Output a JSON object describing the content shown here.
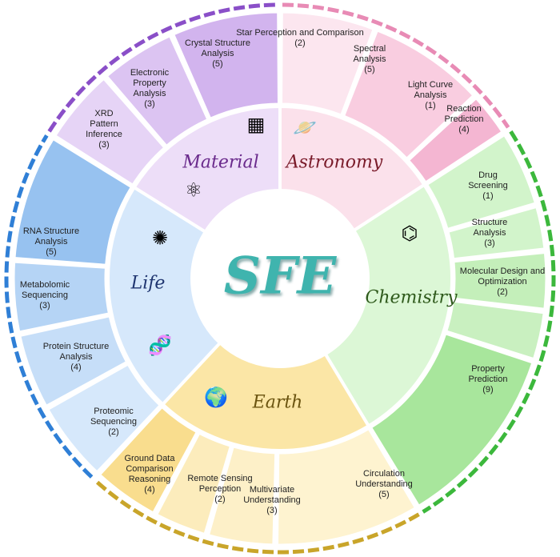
{
  "title": "SFE",
  "domains": [
    {
      "name": "Astronomy",
      "color": "#7a1b2a",
      "icon": "jupiter-icon",
      "subtasks": [
        {
          "label": "Star Perception and Comparison",
          "count": "(2)"
        },
        {
          "label": "Spectral Analysis",
          "count": "(5)"
        },
        {
          "label": "Light Curve Analysis",
          "count": "(1)"
        }
      ]
    },
    {
      "name": "Chemistry",
      "color": "#2f5a1c",
      "icon": "molecule-icon",
      "subtasks": [
        {
          "label": "Reaction Prediction",
          "count": "(4)"
        },
        {
          "label": "Drug Screening",
          "count": "(1)"
        },
        {
          "label": "Structure Analysis",
          "count": "(3)"
        },
        {
          "label": "Molecular Design and Optimization",
          "count": "(2)"
        },
        {
          "label": "Property Prediction",
          "count": "(9)"
        }
      ]
    },
    {
      "name": "Earth",
      "color": "#6b5410",
      "icon": "globe-icon",
      "subtasks": [
        {
          "label": "Circulation Understanding",
          "count": "(5)"
        },
        {
          "label": "Multivariate Understanding",
          "count": "(3)"
        },
        {
          "label": "Remote Sensing Perception",
          "count": "(2)"
        },
        {
          "label": "Ground Data Comparison Reasoning",
          "count": "(4)"
        }
      ]
    },
    {
      "name": "Life",
      "color": "#1f3570",
      "icon": "cell-icon",
      "subtasks": [
        {
          "label": "Proteomic Sequencing",
          "count": "(2)"
        },
        {
          "label": "Protein Structure Analysis",
          "count": "(4)"
        },
        {
          "label": "Metabolomic Sequencing",
          "count": "(3)"
        },
        {
          "label": "RNA Structure Analysis",
          "count": "(5)"
        }
      ]
    },
    {
      "name": "Material",
      "color": "#6a2a8c",
      "icon": "atom-icon",
      "subtasks": [
        {
          "label": "XRD Pattern Inference",
          "count": "(3)"
        },
        {
          "label": "Electronic Property Analysis",
          "count": "(3)"
        },
        {
          "label": "Crystal Structure Analysis",
          "count": "(5)"
        }
      ]
    }
  ]
}
